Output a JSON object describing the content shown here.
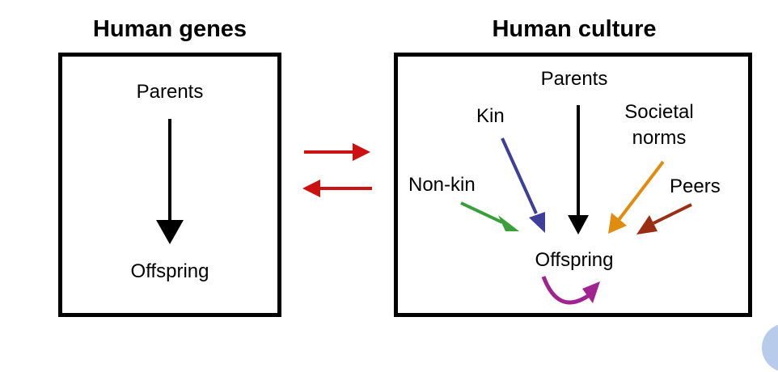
{
  "panels": {
    "genes": {
      "title": "Human genes",
      "source": "Parents",
      "target": "Offspring"
    },
    "culture": {
      "title": "Human culture",
      "target": "Offspring",
      "sources": {
        "parents": "Parents",
        "kin": "Kin",
        "societal_norms": "Societal norms",
        "non_kin": "Non-kin",
        "peers": "Peers"
      }
    }
  },
  "colors": {
    "genes_arrow": "#000000",
    "exchange_arrows": "#cc1111",
    "parents": "#000000",
    "kin": "#3f3f99",
    "societal_norms": "#e08c0e",
    "non_kin": "#3a9f3a",
    "peers": "#9a2d12",
    "self": "#a0238f"
  }
}
